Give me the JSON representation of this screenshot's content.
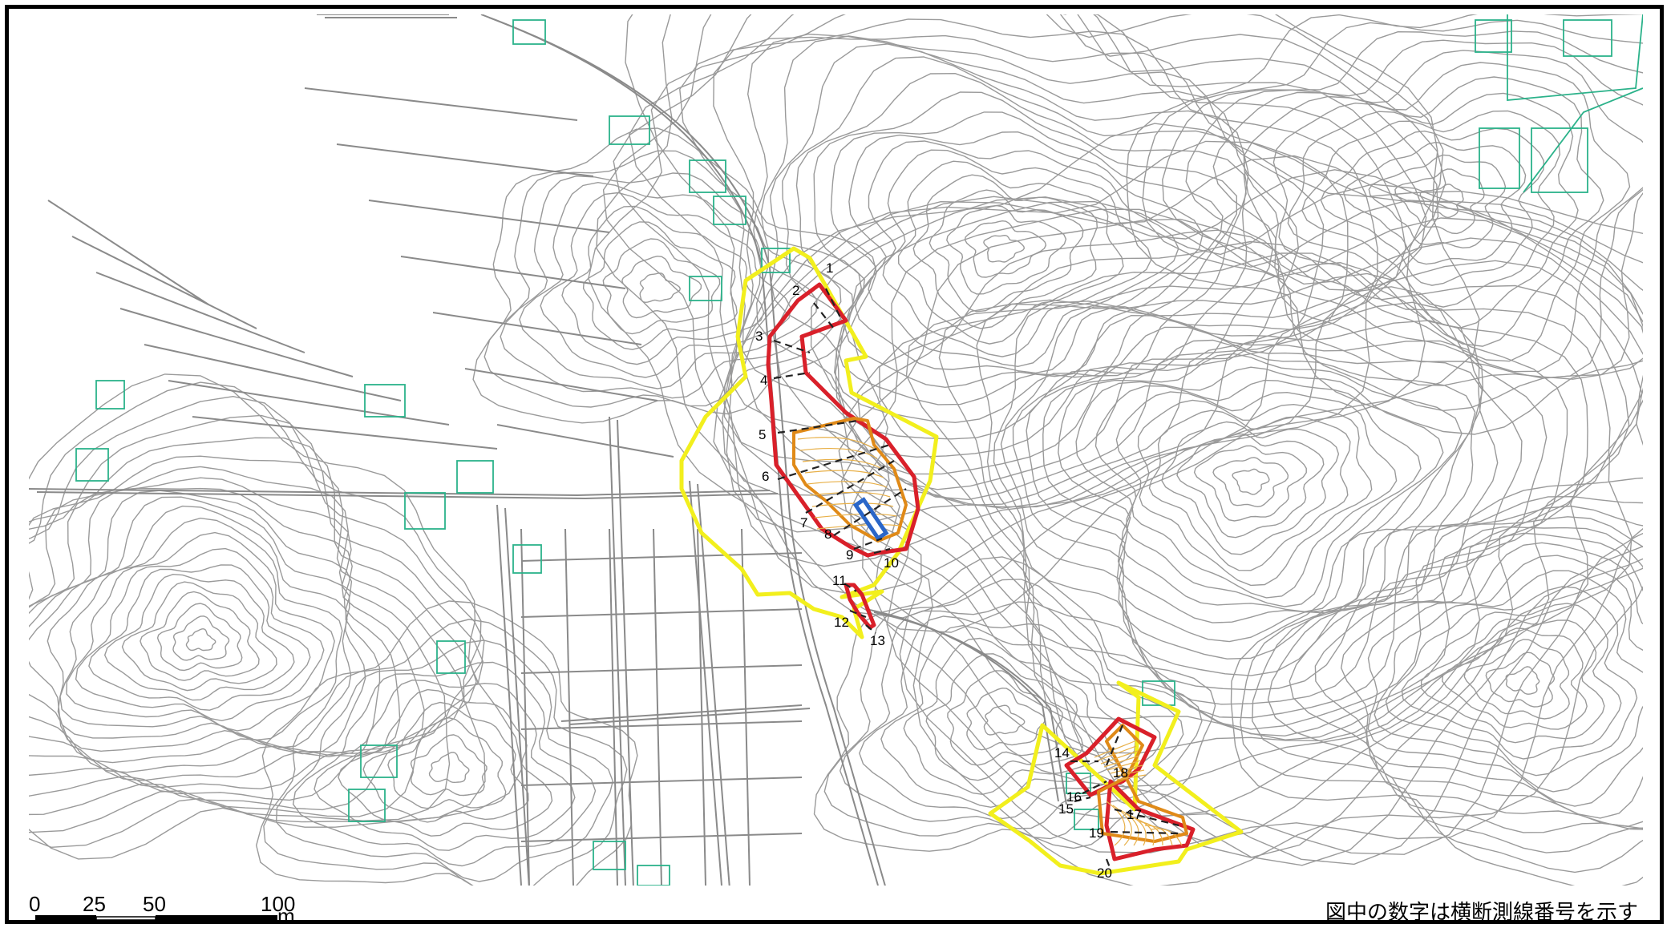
{
  "map": {
    "note": "図中の数字は横断測線番号を示す",
    "scale": {
      "labels": [
        "0",
        "25",
        "50",
        "100"
      ],
      "unit": "m"
    },
    "colors": {
      "contour": "#9a9a9a",
      "road": "#8a8a8a",
      "building": "#2bb28a",
      "zone_yellow": "#f2ef1d",
      "zone_red": "#d9202a",
      "zone_orange": "#e08a18",
      "zone_blue": "#2a66c8",
      "frame": "#000000"
    },
    "section_lines": [
      {
        "label": "1"
      },
      {
        "label": "2"
      },
      {
        "label": "3"
      },
      {
        "label": "4"
      },
      {
        "label": "5"
      },
      {
        "label": "6"
      },
      {
        "label": "7"
      },
      {
        "label": "8"
      },
      {
        "label": "9"
      },
      {
        "label": "10"
      },
      {
        "label": "11"
      },
      {
        "label": "12"
      },
      {
        "label": "13"
      },
      {
        "label": "14"
      },
      {
        "label": "15"
      },
      {
        "label": "16"
      },
      {
        "label": "17"
      },
      {
        "label": "18"
      },
      {
        "label": "19"
      },
      {
        "label": "20"
      }
    ]
  }
}
